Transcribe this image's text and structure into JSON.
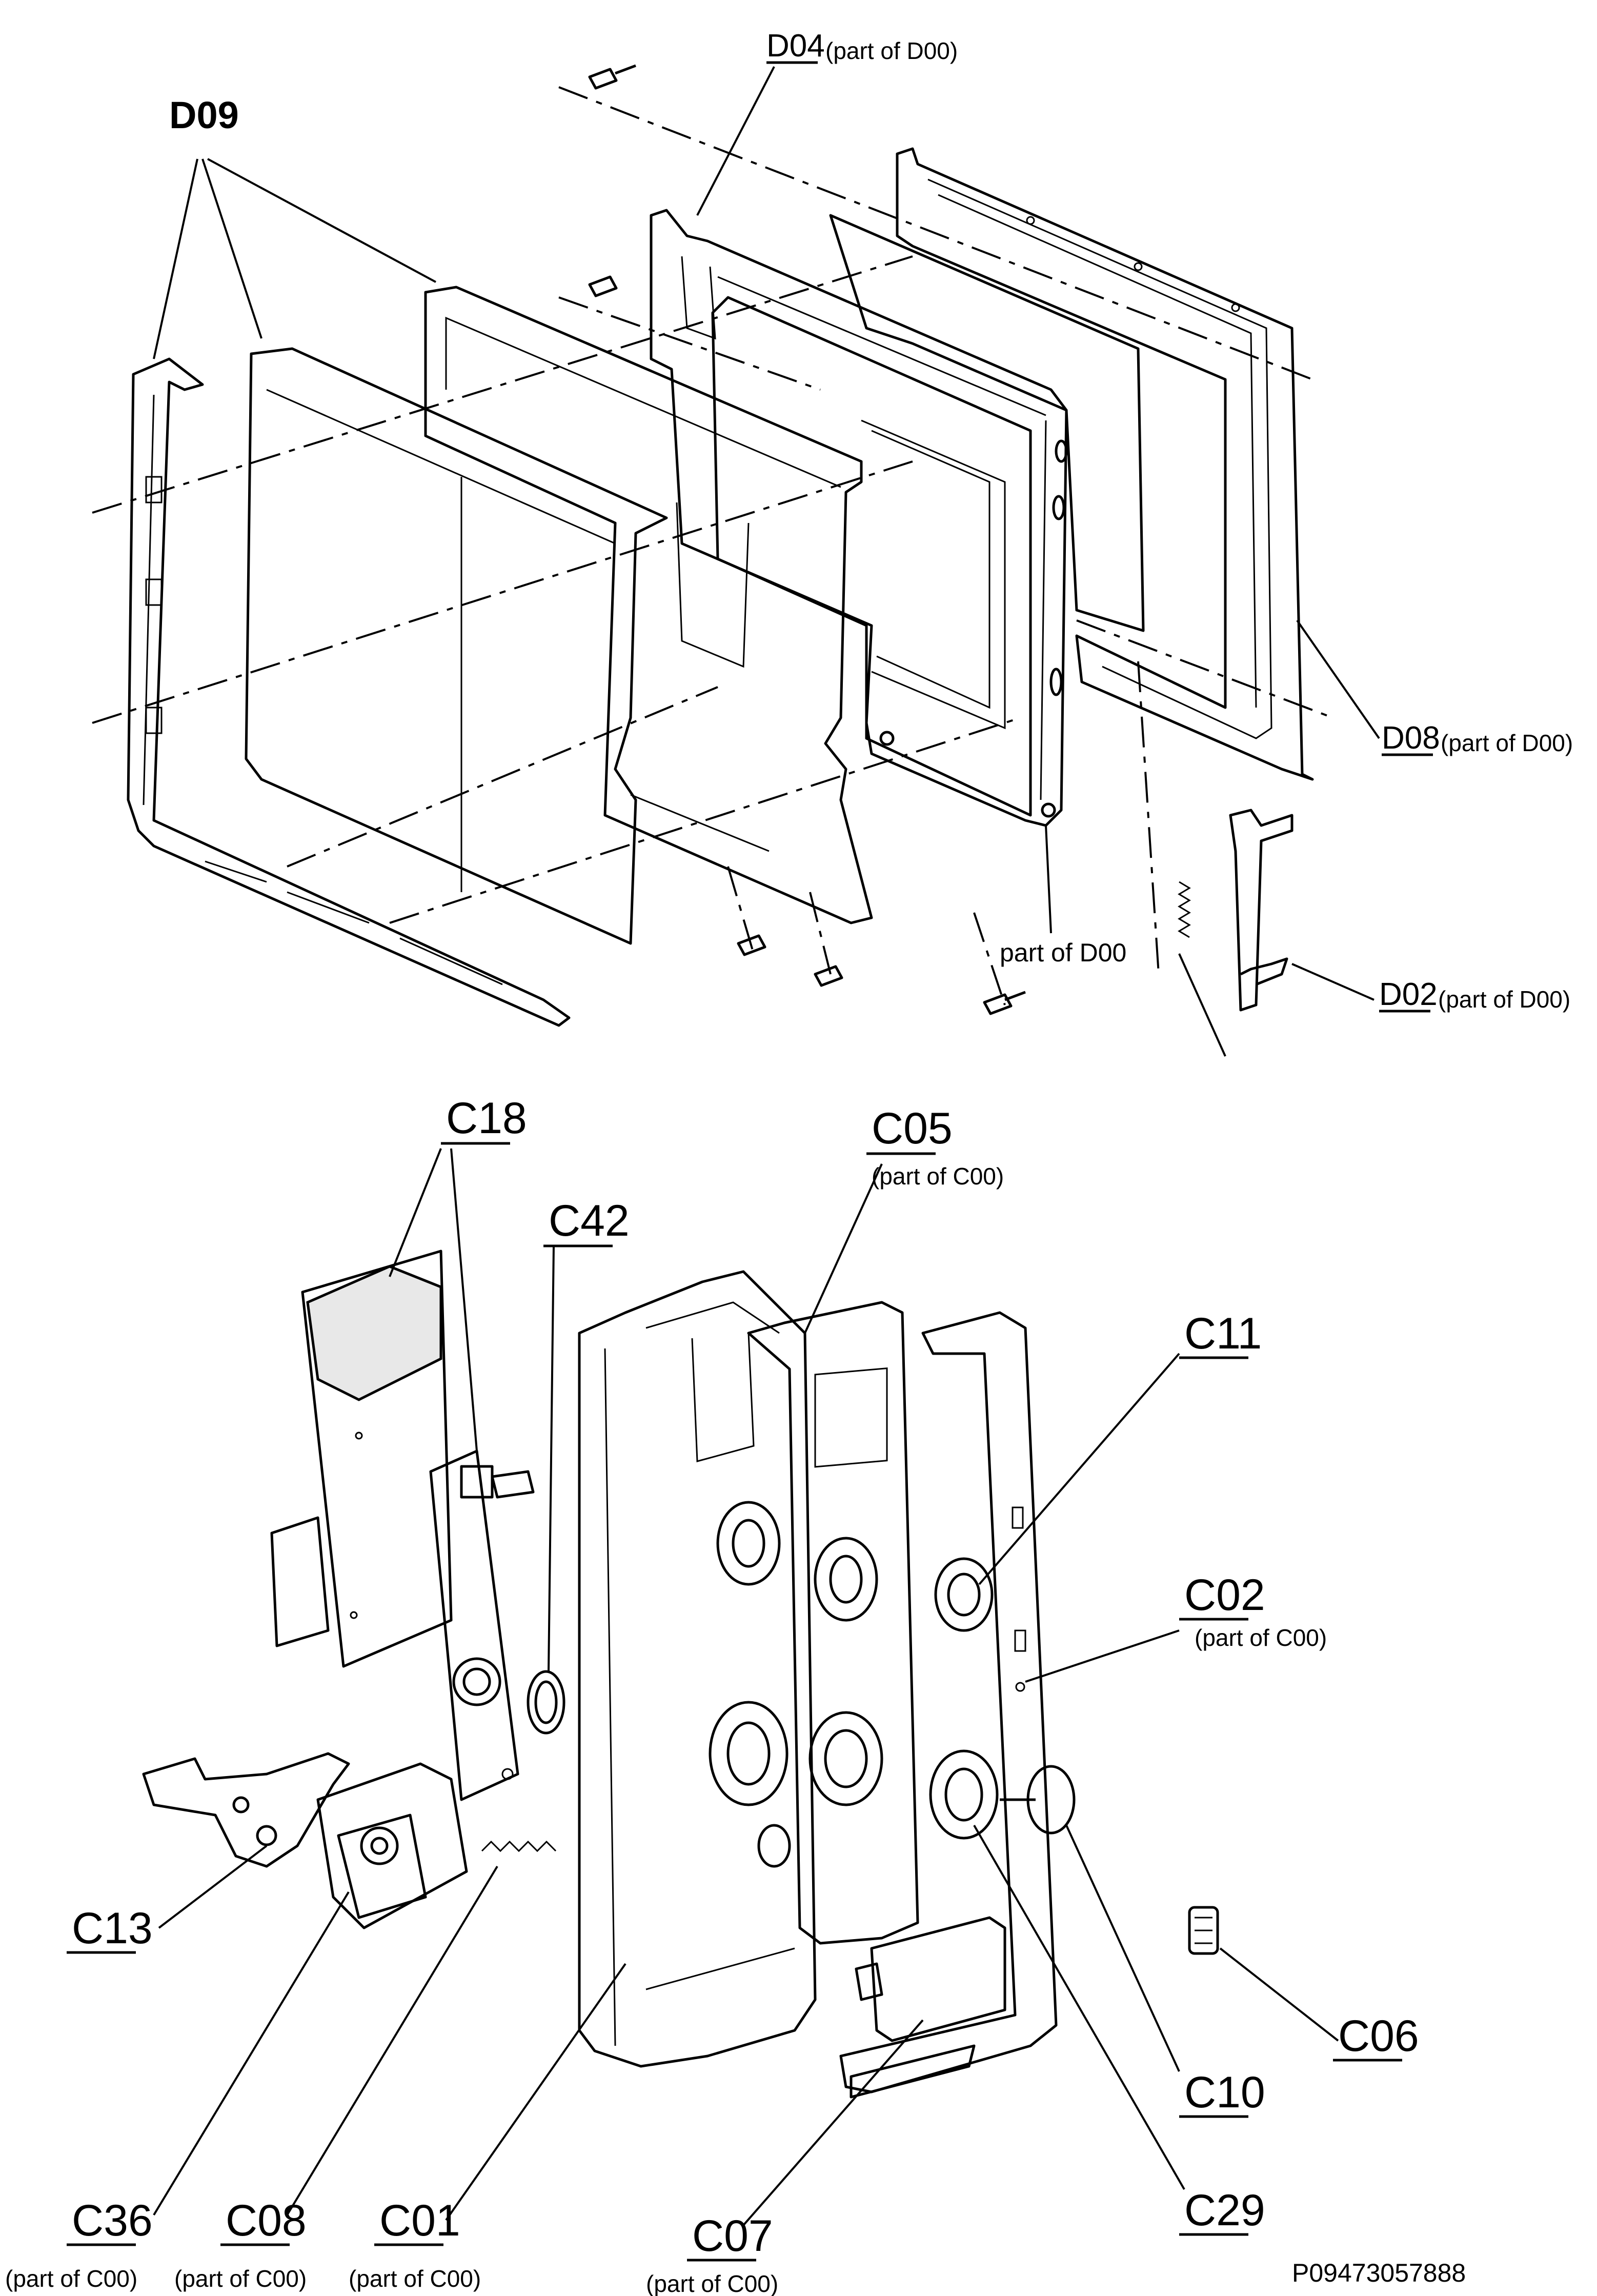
{
  "labels": {
    "d09": "D09",
    "d04": "D04",
    "d04_note": "(part of D00)",
    "d08": "D08",
    "d08_note": "(part of D00)",
    "d02": "D02",
    "d02_note": "(part of D00)",
    "d00_part": "part of D00",
    "c18": "C18",
    "c42": "C42",
    "c05": "C05",
    "c05_note": "(part of C00)",
    "c11": "C11",
    "c02": "C02",
    "c02_note": "(part of C00)",
    "c13": "C13",
    "c06": "C06",
    "c10": "C10",
    "c29": "C29",
    "c36": "C36",
    "c36_note": "(part of C00)",
    "c08": "C08",
    "c08_note": "(part of C00)",
    "c01": "C01",
    "c01_note": "(part of C00)",
    "c07": "C07",
    "c07_note": "(part of C00)",
    "doc_number": "P09473057888"
  }
}
